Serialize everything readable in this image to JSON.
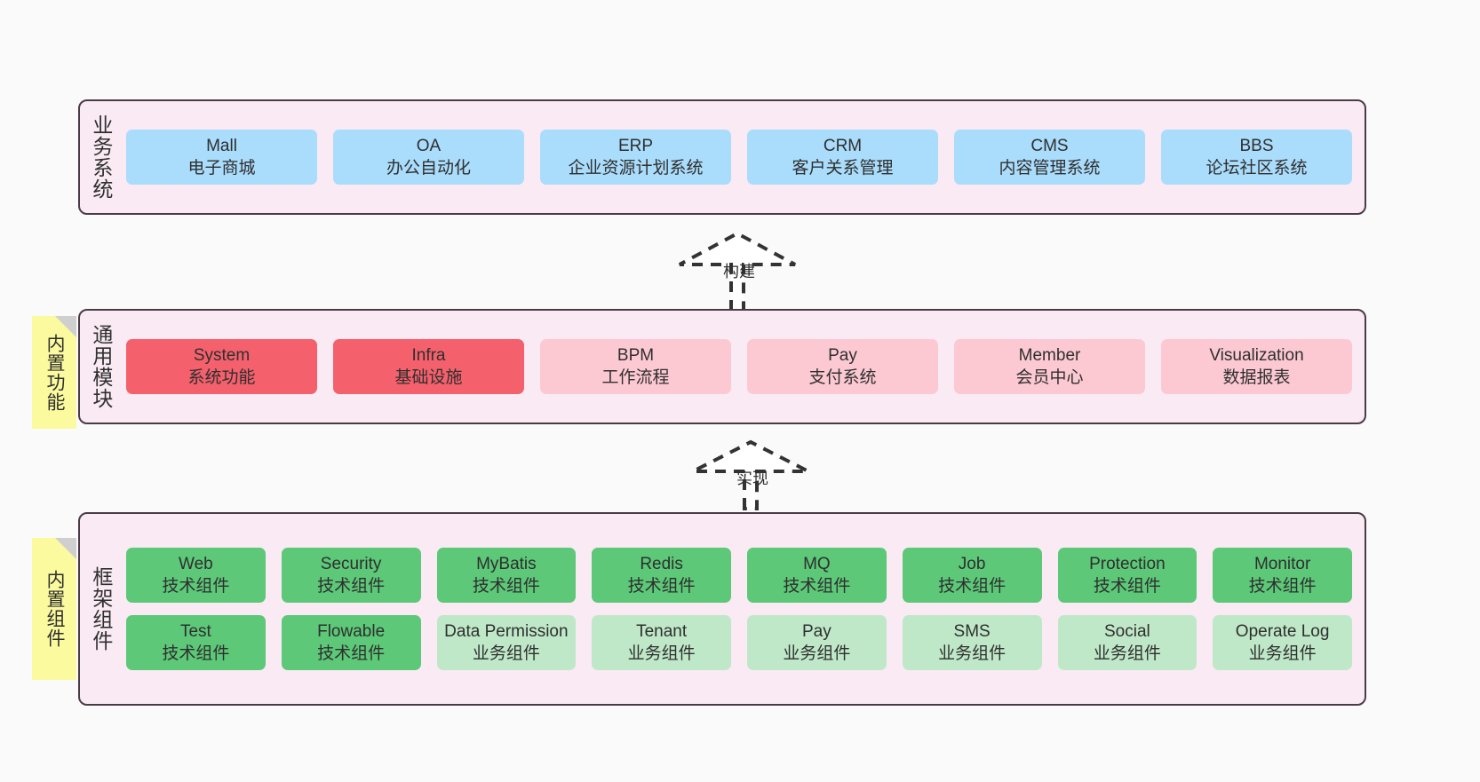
{
  "diagram": {
    "title_top": "业务系统",
    "title_mid": "通用模块",
    "title_bot": "框架组件"
  },
  "notes": [
    {
      "id": "note-builtin-features",
      "label": "内置功能"
    },
    {
      "id": "note-builtin-components",
      "label": "内置组件"
    }
  ],
  "arrows": [
    {
      "id": "arrow-build",
      "label": "构建"
    },
    {
      "id": "arrow-implement",
      "label": "实现"
    }
  ],
  "business_systems": {
    "title": "业务系统",
    "items": [
      {
        "name": "Mall",
        "desc": "电子商城",
        "color": "#aadcfb"
      },
      {
        "name": "OA",
        "desc": "办公自动化",
        "color": "#aadcfb"
      },
      {
        "name": "ERP",
        "desc": "企业资源计划系统",
        "color": "#aadcfb"
      },
      {
        "name": "CRM",
        "desc": "客户关系管理",
        "color": "#aadcfb"
      },
      {
        "name": "CMS",
        "desc": "内容管理系统",
        "color": "#aadcfb"
      },
      {
        "name": "BBS",
        "desc": "论坛社区系统",
        "color": "#aadcfb"
      }
    ]
  },
  "common_modules": {
    "title": "通用模块",
    "items": [
      {
        "name": "System",
        "desc": "系统功能",
        "color": "#f4606c"
      },
      {
        "name": "Infra",
        "desc": "基础设施",
        "color": "#f4606c"
      },
      {
        "name": "BPM",
        "desc": "工作流程",
        "color": "#fcc9d2"
      },
      {
        "name": "Pay",
        "desc": "支付系统",
        "color": "#fcc9d2"
      },
      {
        "name": "Member",
        "desc": "会员中心",
        "color": "#fcc9d2"
      },
      {
        "name": "Visualization",
        "desc": "数据报表",
        "color": "#fcc9d2"
      }
    ]
  },
  "framework_components": {
    "title": "框架组件",
    "row1": [
      {
        "name": "Web",
        "desc": "技术组件",
        "color": "#5cc878"
      },
      {
        "name": "Security",
        "desc": "技术组件",
        "color": "#5cc878"
      },
      {
        "name": "MyBatis",
        "desc": "技术组件",
        "color": "#5cc878"
      },
      {
        "name": "Redis",
        "desc": "技术组件",
        "color": "#5cc878"
      },
      {
        "name": "MQ",
        "desc": "技术组件",
        "color": "#5cc878"
      },
      {
        "name": "Job",
        "desc": "技术组件",
        "color": "#5cc878"
      },
      {
        "name": "Protection",
        "desc": "技术组件",
        "color": "#5cc878"
      },
      {
        "name": "Monitor",
        "desc": "技术组件",
        "color": "#5cc878"
      }
    ],
    "row2": [
      {
        "name": "Test",
        "desc": "技术组件",
        "color": "#5cc878"
      },
      {
        "name": "Flowable",
        "desc": "技术组件",
        "color": "#5cc878"
      },
      {
        "name": "Data Permission",
        "desc": "业务组件",
        "color": "#bfe8c8"
      },
      {
        "name": "Tenant",
        "desc": "业务组件",
        "color": "#bfe8c8"
      },
      {
        "name": "Pay",
        "desc": "业务组件",
        "color": "#bfe8c8"
      },
      {
        "name": "SMS",
        "desc": "业务组件",
        "color": "#bfe8c8"
      },
      {
        "name": "Social",
        "desc": "业务组件",
        "color": "#bfe8c8"
      },
      {
        "name": "Operate Log",
        "desc": "业务组件",
        "color": "#bfe8c8"
      }
    ]
  },
  "colors": {
    "background": "#fafafa",
    "band_fill": "#f9eaf4",
    "band_border": "#4a3b47",
    "note_fill": "#fbfa9e",
    "note_fold": "#cfcfcf",
    "blue": "#aadcfb",
    "red": "#f4606c",
    "pink": "#fcc9d2",
    "green": "#5cc878",
    "light_green": "#bfe8c8",
    "text": "#2f2f2f"
  }
}
